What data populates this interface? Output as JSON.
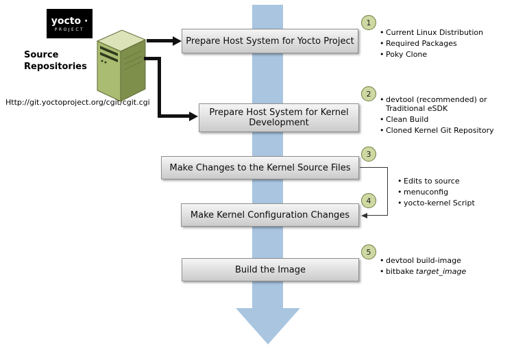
{
  "header": {
    "logo_title": "yocto ·",
    "logo_subtitle": "PROJECT",
    "source_label": "Source Repositories",
    "source_url": "Http://git.yoctoproject.org/cgit/cgit.cgi"
  },
  "boxes": [
    {
      "label": "Prepare Host System for Yocto Project"
    },
    {
      "label": "Prepare Host System for Kernel Development"
    },
    {
      "label": "Make Changes to the Kernel Source Files"
    },
    {
      "label": "Make Kernel Configuration Changes"
    },
    {
      "label": "Build the Image"
    }
  ],
  "badges": [
    "1",
    "2",
    "3",
    "4",
    "5"
  ],
  "notes": {
    "group1": [
      "Current Linux Distribution",
      "Required Packages",
      "Poky Clone"
    ],
    "group2": [
      "devtool (recommended) or Traditional eSDK",
      "Clean Build",
      "Cloned Kernel Git Repository"
    ],
    "group34": [
      "Edits to source",
      "menuconfig",
      "yocto-kernel Script"
    ],
    "group5_item1": "devtool build-image",
    "group5_item2_prefix": "bitbake",
    "group5_item2_italic": "target_image"
  },
  "colors": {
    "flow_arrow": "#a9c5e0",
    "box_top": "#f5f5f5",
    "box_bottom": "#cbcbcb",
    "box_border": "#8f8f8f",
    "badge_fill": "#cdd8a2",
    "badge_border": "#6e7c40",
    "connector_black": "#111111",
    "server_green": "#a9bc72"
  }
}
